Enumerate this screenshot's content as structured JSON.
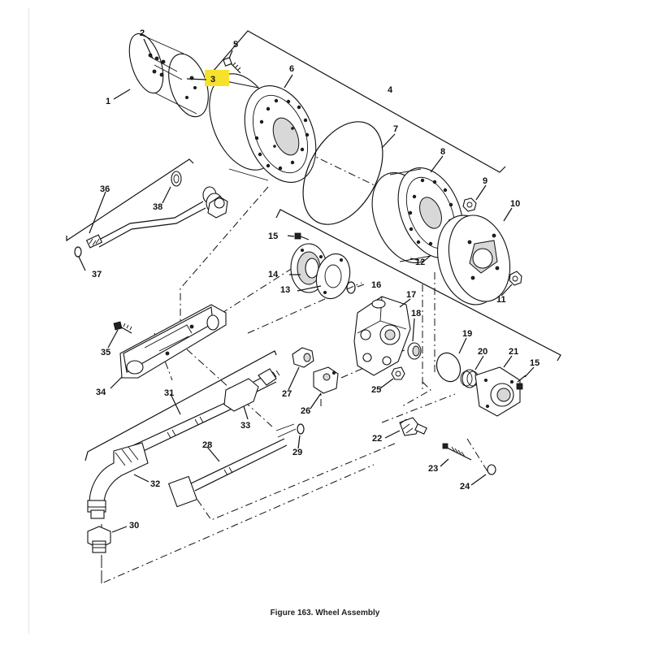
{
  "figure": {
    "caption": "Figure 163. Wheel Assembly",
    "highlight_color": "#f6e22a",
    "highlighted_item": "3"
  },
  "callouts": [
    "1",
    "2",
    "3",
    "4",
    "5",
    "6",
    "7",
    "8",
    "9",
    "10",
    "11",
    "12",
    "13",
    "14",
    "15",
    "16",
    "17",
    "18",
    "19",
    "20",
    "21",
    "15",
    "22",
    "23",
    "24",
    "25",
    "26",
    "27",
    "28",
    "29",
    "30",
    "31",
    "32",
    "33",
    "34",
    "35",
    "36",
    "37",
    "38"
  ]
}
